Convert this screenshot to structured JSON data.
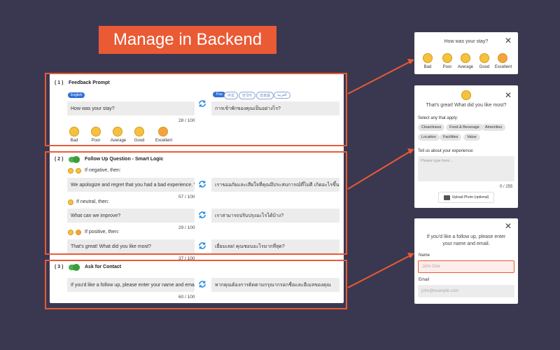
{
  "title": "Manage in Backend",
  "section1": {
    "num": "( 1 )",
    "title": "Feedback Prompt",
    "lang_active": "English",
    "lang_others": [
      "Thai",
      "中文",
      "한국어",
      "日本語",
      "العربية"
    ],
    "source_text": "How was your stay?",
    "translated_text": "การเข้าพักของคุณเป็นอย่างไร?",
    "counter": "28 / 100",
    "ratings": [
      "Bad",
      "Poor",
      "Average",
      "Good",
      "Excellent"
    ]
  },
  "section2": {
    "num": "( 2 )",
    "title": "Follow Up Question - Smart Logic",
    "negative": {
      "cond": "If negative, then:",
      "source": "We apologize and regret that you had a bad experience. Wh",
      "translated": "เราขออภัยและเสียใจที่คุณมีประสบการณ์ที่ไม่ดี เกิดอะไรขึ้น?",
      "counter": "57 / 100"
    },
    "neutral": {
      "cond": "If neutral, then:",
      "source": "What can we improve?",
      "translated": "เราสามารถปรับปรุงอะไรได้บ้าง?",
      "counter": "29 / 100"
    },
    "positive": {
      "cond": "If positive, then:",
      "source": "That's great! What did you like most?",
      "translated": "เยี่ยมเลย! คุณชอบอะไรมากที่สุด?",
      "counter": "37 / 100"
    }
  },
  "section3": {
    "num": "( 3 )",
    "title": "Ask for Contact",
    "source": "If you'd like a follow up, please enter your name and email.",
    "translated": "หากคุณต้องการติดตามกรุณากรอกชื่อและอีเมลของคุณ",
    "counter": "60 / 100"
  },
  "card1": {
    "question": "How was your stay?",
    "ratings": [
      "Bad",
      "Poor",
      "Average",
      "Good",
      "Excellent"
    ]
  },
  "card2": {
    "heading": "That's great! What did you like most?",
    "select_label": "Select any that apply:",
    "chips": [
      "Cleanliness",
      "Food & Beverage",
      "Amenities",
      "Location",
      "Facilities",
      "Value"
    ],
    "tell_label": "Tell us about your experience:",
    "placeholder": "Please type here...",
    "counter": "0 / 255",
    "upload_label": "Upload Photo (optional)"
  },
  "card3": {
    "text_line1": "If you'd like a follow up, please enter",
    "text_line2": "your name and email.",
    "name_label": "Name",
    "name_placeholder": "John Doe",
    "email_label": "Email",
    "email_placeholder": "john@example.com"
  },
  "colors": {
    "accent": "#ea5a35",
    "background": "#3a3850",
    "toggle_on": "#4caf50",
    "lang_active": "#2f6fd6"
  }
}
